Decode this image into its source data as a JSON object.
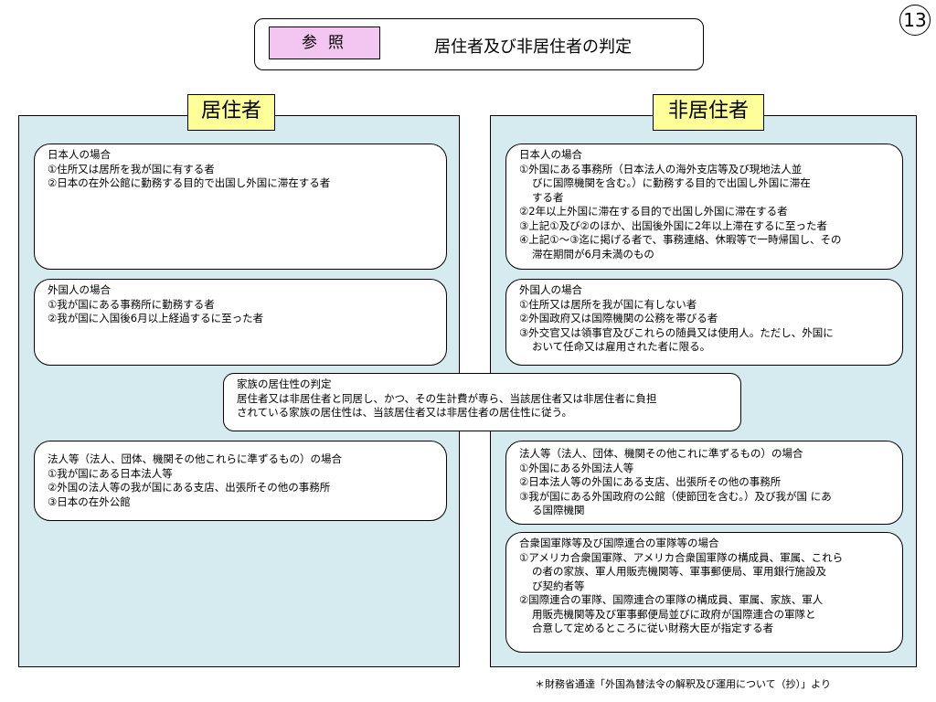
{
  "page_number": "13",
  "title_box": {
    "ref_label": "参照",
    "title": "居住者及び非居住者の判定"
  },
  "resident": {
    "header": "居住者",
    "japanese": {
      "heading": "日本人の場合",
      "items": [
        "①住所又は居所を我が国に有する者",
        "②日本の在外公館に勤務する目的で出国し外国に滞在する者"
      ]
    },
    "foreigner": {
      "heading": "外国人の場合",
      "items": [
        "①我が国にある事務所に勤務する者",
        "②我が国に入国後6月以上経過するに至った者"
      ]
    },
    "corporation": {
      "heading": "法人等（法人、団体、機関その他これらに準ずるもの）の場合",
      "items": [
        "①我が国にある日本法人等",
        "②外国の法人等の我が国にある支店、出張所その他の事務所",
        "③日本の在外公館"
      ]
    }
  },
  "non_resident": {
    "header": "非居住者",
    "japanese": {
      "heading": "日本人の場合",
      "item1_l1": "①外国にある事務所（日本法人の海外支店等及び現地法人並",
      "item1_l2": "びに国際機関を含む。）に勤務する目的で出国し外国に滞在",
      "item1_l3": "する者",
      "item2": "②2年以上外国に滞在する目的で出国し外国に滞在する者",
      "item3": "③上記①及び②のほか、出国後外国に2年以上滞在するに至った者",
      "item4_l1": "④上記①～③迄に掲げる者で、事務連絡、休暇等で一時帰国し、その",
      "item4_l2": "滞在期間が6月未満のもの"
    },
    "foreigner": {
      "heading": "外国人の場合",
      "item1": "①住所又は居所を我が国に有しない者",
      "item2": "②外国政府又は国際機関の公務を帯びる者",
      "item3_l1": "③外交官又は領事官及びこれらの随員又は使用人。ただし、外国に",
      "item3_l2": "おいて任命又は雇用された者に限る。"
    },
    "corporation": {
      "heading": "法人等（法人、団体、機関その他これに準ずるもの）の場合",
      "item1": "①外国にある外国法人等",
      "item2": "②日本法人等の外国にある支店、出張所その他の事務所",
      "item3_l1": "③我が国にある外国政府の公館（使節団を含む。）及び我が国 にあ",
      "item3_l2": "る国際機関"
    },
    "military": {
      "heading": "合衆国軍隊等及び国際連合の軍隊等の場合",
      "item1_l1": "①アメリカ合衆国軍隊、アメリカ合衆国軍隊の構成員、軍属、これら",
      "item1_l2": "の者の家族、軍人用販売機関等、軍事郵便局、軍用銀行施設及",
      "item1_l3": "び契約者等",
      "item2_l1": "②国際連合の軍隊、国際連合の軍隊の構成員、軍属、家族、軍人",
      "item2_l2": "用販売機関等及び軍事郵便局並びに政府が国際連合の軍隊と",
      "item2_l3": "合意して定めるところに従い財務大臣が指定する者"
    }
  },
  "family": {
    "heading": "家族の居住性の判定",
    "line1": "居住者又は非居住者と同居し、かつ、その生計費が専ら、当該居住者又は非居住者に負担",
    "line2": "されている家族の居住性は、当該居住者又は非居住者の居住性に従う。"
  },
  "footnote": "＊財務省通達「外国為替法令の解釈及び運用について（抄）」より"
}
